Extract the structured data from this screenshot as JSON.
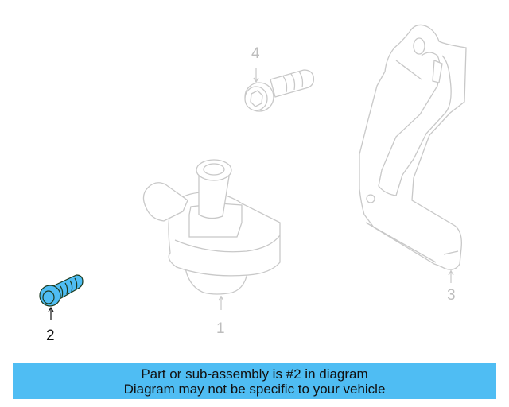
{
  "diagram": {
    "callouts": [
      {
        "id": "1",
        "label": "1",
        "part": "water-pump",
        "highlighted": false
      },
      {
        "id": "2",
        "label": "2",
        "part": "bolt",
        "highlighted": true
      },
      {
        "id": "3",
        "label": "3",
        "part": "bracket",
        "highlighted": false
      },
      {
        "id": "4",
        "label": "4",
        "part": "bolt",
        "highlighted": false
      }
    ],
    "colors": {
      "highlight_fill": "#4fbdf3",
      "line_art": "#c8c8c8",
      "banner_bg": "#4fbdf3"
    }
  },
  "banner": {
    "line1": "Part or sub-assembly is #2 in diagram",
    "line2": "Diagram may not be specific to your vehicle"
  }
}
